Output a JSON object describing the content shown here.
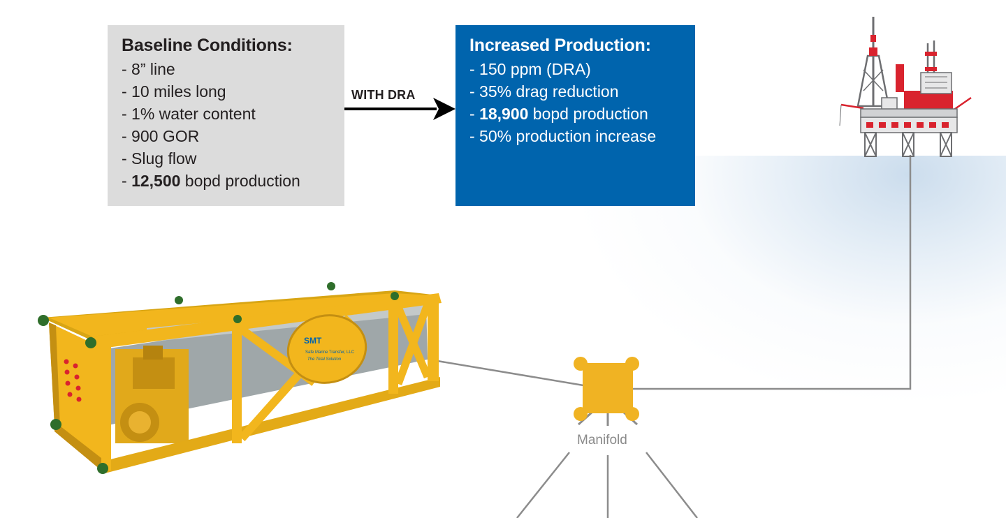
{
  "baseline": {
    "title": "Baseline Conditions:",
    "items": [
      {
        "text": "- 8” line"
      },
      {
        "text": "- 10 miles long"
      },
      {
        "text": "- 1% water content"
      },
      {
        "text": "- 900 GOR"
      },
      {
        "text": "- Slug flow"
      },
      {
        "prefix": "- ",
        "bold": "12,500",
        "suffix": " bopd production"
      }
    ],
    "color": "#dcdcdc"
  },
  "arrow": {
    "label": "WITH DRA"
  },
  "increased": {
    "title": "Increased Production:",
    "items": [
      {
        "text": "- 150 ppm (DRA)"
      },
      {
        "text": "- 35% drag reduction"
      },
      {
        "prefix": "- ",
        "bold": "18,900",
        "suffix": " bopd production"
      },
      {
        "text": "- 50% production increase"
      }
    ],
    "color": "#0064ad"
  },
  "manifold": {
    "label": "Manifold",
    "color": "#f0b323"
  },
  "skid": {
    "logo_text": "SMT",
    "logo_sub": "Safe Marine Transfer, LLC",
    "logo_tag": "The Total Solution",
    "color": "#f2b61d"
  },
  "platform": {
    "accent": "#d9232e"
  },
  "icons": [
    "dra-skid-icon",
    "offshore-platform-icon",
    "manifold-icon"
  ]
}
